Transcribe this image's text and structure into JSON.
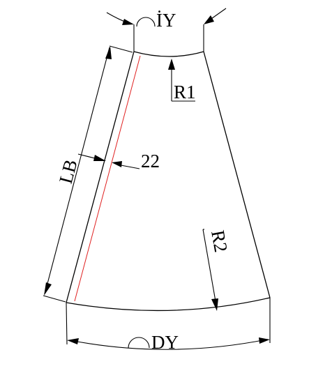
{
  "labels": {
    "top_diameter": "İY",
    "bottom_diameter": "DY",
    "inner_radius": "R1",
    "outer_radius": "R2",
    "side_length": "LB",
    "seam_allowance": "22"
  },
  "colors": {
    "lines": "#000000",
    "seam_line": "#e02020",
    "background": "#ffffff"
  },
  "symbols": {
    "diameter_symbol": "diameter-arc-icon"
  }
}
